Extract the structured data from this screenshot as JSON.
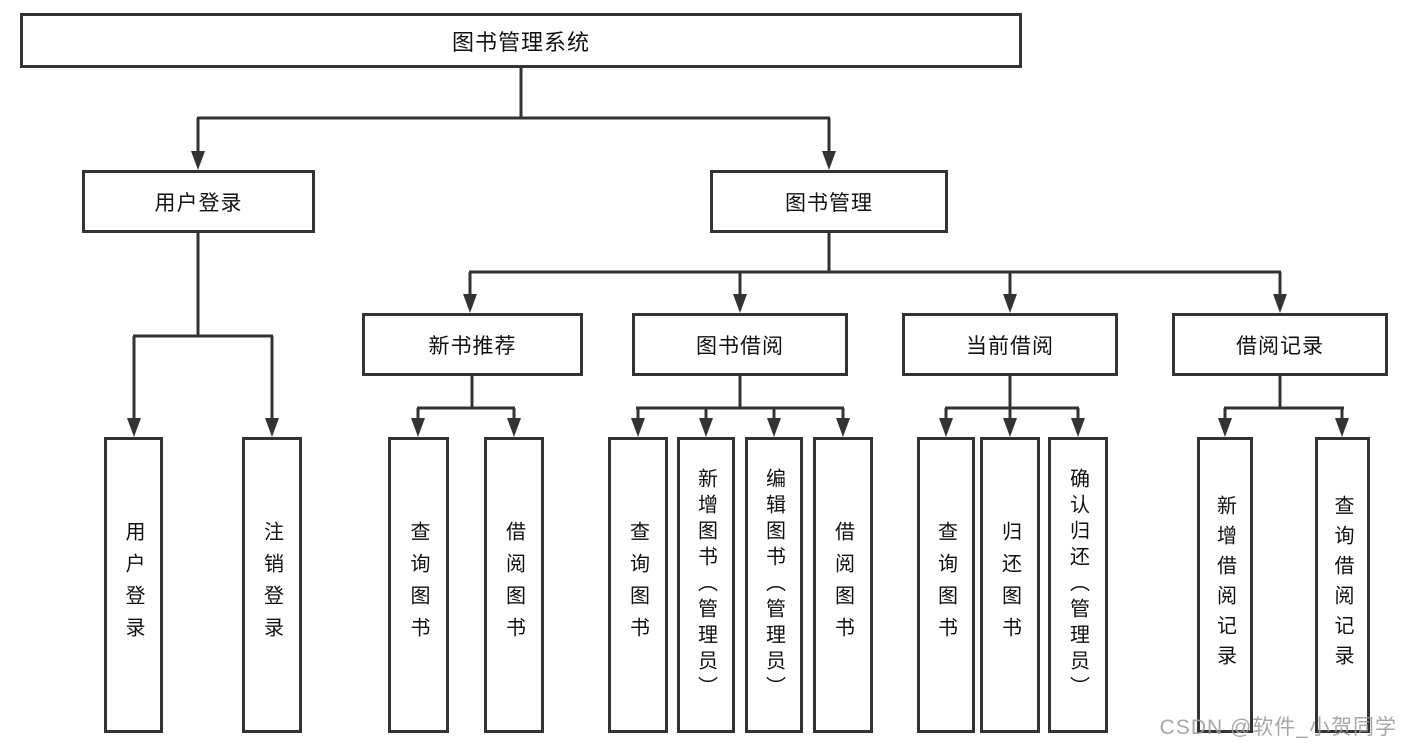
{
  "nodes": {
    "root": {
      "label": "图书管理系统"
    },
    "level2": [
      {
        "id": "user-login",
        "label": "用户登录",
        "parent": "图书管理系统"
      },
      {
        "id": "book-management",
        "label": "图书管理",
        "parent": "图书管理系统"
      }
    ],
    "level3": [
      {
        "id": "new-book-recommend",
        "label": "新书推荐",
        "parent": "图书管理"
      },
      {
        "id": "book-borrow",
        "label": "图书借阅",
        "parent": "图书管理"
      },
      {
        "id": "current-borrow",
        "label": "当前借阅",
        "parent": "图书管理"
      },
      {
        "id": "borrow-records",
        "label": "借阅记录",
        "parent": "图书管理"
      }
    ],
    "leaves": [
      {
        "label": "用户登录",
        "parent": "用户登录"
      },
      {
        "label": "注销登录",
        "parent": "用户登录"
      },
      {
        "label": "查询图书",
        "parent": "新书推荐"
      },
      {
        "label": "借阅图书",
        "parent": "新书推荐"
      },
      {
        "label": "查询图书",
        "parent": "图书借阅"
      },
      {
        "label": "新增图书（管理员）",
        "parent": "图书借阅"
      },
      {
        "label": "编辑图书（管理员）",
        "parent": "图书借阅"
      },
      {
        "label": "借阅图书",
        "parent": "图书借阅"
      },
      {
        "label": "查询图书",
        "parent": "当前借阅"
      },
      {
        "label": "归还图书",
        "parent": "当前借阅"
      },
      {
        "label": "确认归还（管理员）",
        "parent": "当前借阅"
      },
      {
        "label": "新增借阅记录",
        "parent": "借阅记录"
      },
      {
        "label": "查询借阅记录",
        "parent": "借阅记录"
      }
    ]
  },
  "watermark": {
    "text": "CSDN @软件_小贺同学"
  },
  "colors": {
    "line": "#333333",
    "box_border": "#333333",
    "box_fill": "#ffffff",
    "text": "#111111",
    "watermark": "#9e9e9e",
    "background": "#ffffff"
  }
}
